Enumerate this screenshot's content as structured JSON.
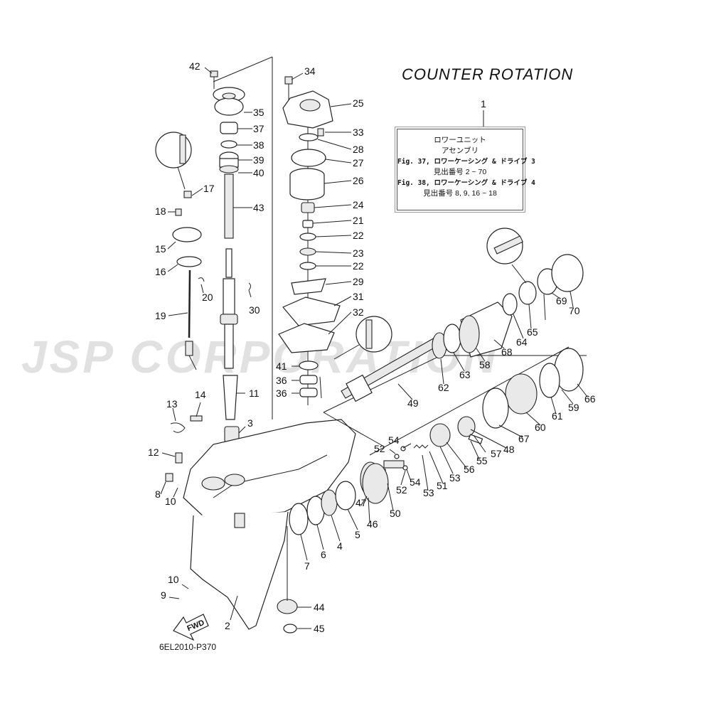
{
  "title": "COUNTER ROTATION",
  "note": {
    "ref": "1",
    "line1": "ロワーユニット",
    "line2": "アセンブリ",
    "line3": "Fig. 37, ロワーケーシング & ドライブ 3",
    "line4": "見出番号 2 ~ 70",
    "line5": "Fig. 38, ロワーケーシング & ドライブ 4",
    "line6": "見出番号 8, 9, 16 ~ 18"
  },
  "diagram_code": "6EL2010-P370",
  "watermark": "JSP CORPORATION",
  "fwd_label": "FWD",
  "callouts": [
    {
      "id": "c42",
      "text": "42"
    },
    {
      "id": "c35",
      "text": "35"
    },
    {
      "id": "c37",
      "text": "37"
    },
    {
      "id": "c38",
      "text": "38"
    },
    {
      "id": "c39",
      "text": "39"
    },
    {
      "id": "c40",
      "text": "40"
    },
    {
      "id": "c43",
      "text": "43"
    },
    {
      "id": "c17",
      "text": "17"
    },
    {
      "id": "c18",
      "text": "18"
    },
    {
      "id": "c15",
      "text": "15"
    },
    {
      "id": "c16",
      "text": "16"
    },
    {
      "id": "c20",
      "text": "20"
    },
    {
      "id": "c19",
      "text": "19"
    },
    {
      "id": "c30",
      "text": "30"
    },
    {
      "id": "c34",
      "text": "34"
    },
    {
      "id": "c25",
      "text": "25"
    },
    {
      "id": "c33",
      "text": "33"
    },
    {
      "id": "c28",
      "text": "28"
    },
    {
      "id": "c27",
      "text": "27"
    },
    {
      "id": "c26",
      "text": "26"
    },
    {
      "id": "c24",
      "text": "24"
    },
    {
      "id": "c21",
      "text": "21"
    },
    {
      "id": "c22a",
      "text": "22"
    },
    {
      "id": "c23",
      "text": "23"
    },
    {
      "id": "c22b",
      "text": "22"
    },
    {
      "id": "c29",
      "text": "29"
    },
    {
      "id": "c31",
      "text": "31"
    },
    {
      "id": "c32",
      "text": "32"
    },
    {
      "id": "c41",
      "text": "41"
    },
    {
      "id": "c36a",
      "text": "36"
    },
    {
      "id": "c36b",
      "text": "36"
    },
    {
      "id": "c11",
      "text": "11"
    },
    {
      "id": "c14",
      "text": "14"
    },
    {
      "id": "c13",
      "text": "13"
    },
    {
      "id": "c3",
      "text": "3"
    },
    {
      "id": "c12",
      "text": "12"
    },
    {
      "id": "c8",
      "text": "8"
    },
    {
      "id": "c10a",
      "text": "10"
    },
    {
      "id": "c10b",
      "text": "10"
    },
    {
      "id": "c9",
      "text": "9"
    },
    {
      "id": "c2",
      "text": "2"
    },
    {
      "id": "c44",
      "text": "44"
    },
    {
      "id": "c45",
      "text": "45"
    },
    {
      "id": "c7",
      "text": "7"
    },
    {
      "id": "c6",
      "text": "6"
    },
    {
      "id": "c4",
      "text": "4"
    },
    {
      "id": "c5",
      "text": "5"
    },
    {
      "id": "c47",
      "text": "47"
    },
    {
      "id": "c46",
      "text": "46"
    },
    {
      "id": "c50",
      "text": "50"
    },
    {
      "id": "c52a",
      "text": "52"
    },
    {
      "id": "c52b",
      "text": "52"
    },
    {
      "id": "c54a",
      "text": "54"
    },
    {
      "id": "c54b",
      "text": "54"
    },
    {
      "id": "c53a",
      "text": "53"
    },
    {
      "id": "c53b",
      "text": "53"
    },
    {
      "id": "c51",
      "text": "51"
    },
    {
      "id": "c56",
      "text": "56"
    },
    {
      "id": "c55",
      "text": "55"
    },
    {
      "id": "c57",
      "text": "57"
    },
    {
      "id": "c48",
      "text": "48"
    },
    {
      "id": "c67",
      "text": "67"
    },
    {
      "id": "c60",
      "text": "60"
    },
    {
      "id": "c61",
      "text": "61"
    },
    {
      "id": "c59",
      "text": "59"
    },
    {
      "id": "c66",
      "text": "66"
    },
    {
      "id": "c49",
      "text": "49"
    },
    {
      "id": "c62",
      "text": "62"
    },
    {
      "id": "c63",
      "text": "63"
    },
    {
      "id": "c58",
      "text": "58"
    },
    {
      "id": "c68",
      "text": "68"
    },
    {
      "id": "c64",
      "text": "64"
    },
    {
      "id": "c65",
      "text": "65"
    },
    {
      "id": "c69",
      "text": "69"
    },
    {
      "id": "c70",
      "text": "70"
    }
  ]
}
